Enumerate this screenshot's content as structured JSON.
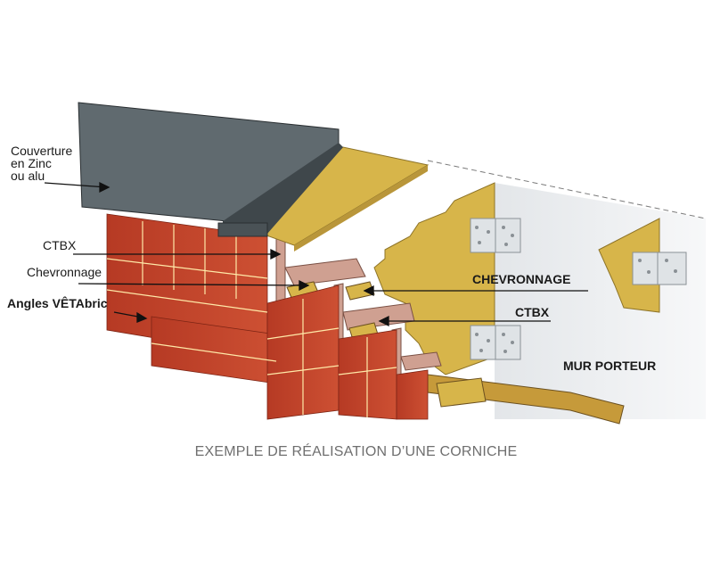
{
  "labels": {
    "couverture": "Couverture en Zinc ou alu",
    "couverture_lines": [
      "Couverture",
      "en Zinc",
      "ou alu"
    ],
    "ctbx_left": "CTBX",
    "chevronnage_left": "Chevronnage",
    "angles": "Angles VÊTAbric",
    "chevronnage_right": "CHEVRONNAGE",
    "ctbx_right": "CTBX",
    "mur_porteur": "MUR PORTEUR"
  },
  "caption": "EXEMPLE DE RÉALISATION D’UNE CORNICHE",
  "colors": {
    "brick": "#c0442a",
    "zinc": "#606a6f",
    "wood": "#d7b54a",
    "ctbx": "#cfa091",
    "wall": "#eef0f2",
    "caption_text": "#6f6f6f"
  }
}
